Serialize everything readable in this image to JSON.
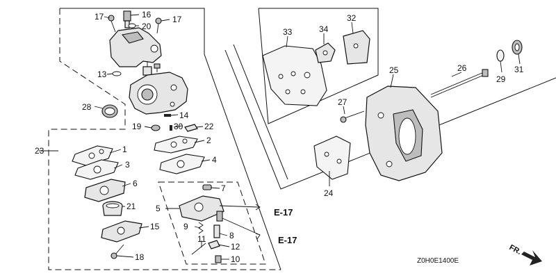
{
  "diagram": {
    "callouts": [
      {
        "id": "c1",
        "label": "1"
      },
      {
        "id": "c2",
        "label": "2"
      },
      {
        "id": "c3",
        "label": "3"
      },
      {
        "id": "c4",
        "label": "4"
      },
      {
        "id": "c5",
        "label": "5"
      },
      {
        "id": "c6",
        "label": "6"
      },
      {
        "id": "c7",
        "label": "7"
      },
      {
        "id": "c8",
        "label": "8"
      },
      {
        "id": "c9",
        "label": "9"
      },
      {
        "id": "c10",
        "label": "10"
      },
      {
        "id": "c11",
        "label": "11"
      },
      {
        "id": "c12",
        "label": "12"
      },
      {
        "id": "c13",
        "label": "13"
      },
      {
        "id": "c14",
        "label": "14"
      },
      {
        "id": "c15",
        "label": "15"
      },
      {
        "id": "c16",
        "label": "16"
      },
      {
        "id": "c17a",
        "label": "17"
      },
      {
        "id": "c17b",
        "label": "17"
      },
      {
        "id": "c18",
        "label": "18"
      },
      {
        "id": "c19",
        "label": "19"
      },
      {
        "id": "c20",
        "label": "20"
      },
      {
        "id": "c21",
        "label": "21"
      },
      {
        "id": "c22",
        "label": "22"
      },
      {
        "id": "c23",
        "label": "23"
      },
      {
        "id": "c24",
        "label": "24"
      },
      {
        "id": "c25",
        "label": "25"
      },
      {
        "id": "c26",
        "label": "26"
      },
      {
        "id": "c27",
        "label": "27"
      },
      {
        "id": "c28",
        "label": "28"
      },
      {
        "id": "c29",
        "label": "29"
      },
      {
        "id": "c30",
        "label": "30"
      },
      {
        "id": "c31",
        "label": "31"
      },
      {
        "id": "c32",
        "label": "32"
      },
      {
        "id": "c33",
        "label": "33"
      },
      {
        "id": "c34",
        "label": "34"
      }
    ],
    "references": [
      {
        "id": "ref1",
        "label": "E-17"
      },
      {
        "id": "ref2",
        "label": "E-17"
      }
    ],
    "drawing_code": "Z0H0E1400E",
    "direction_label": "FR."
  }
}
